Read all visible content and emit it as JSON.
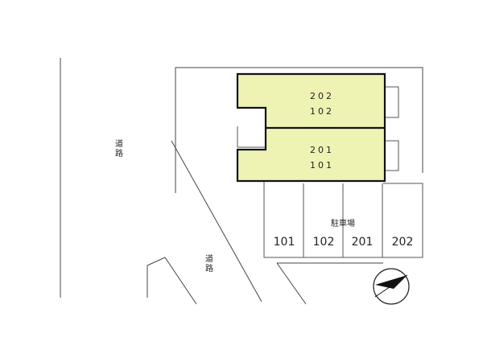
{
  "colors": {
    "building_fill": "#eef3b4",
    "line": "#444444",
    "outline": "#111111"
  },
  "building": {
    "upper_wing_units": [
      "202",
      "102"
    ],
    "lower_wing_units": [
      "201",
      "101"
    ]
  },
  "roads": {
    "left_label": "道路",
    "bottom_label": "道路"
  },
  "parking": {
    "label": "駐車場",
    "spaces": [
      "101",
      "102",
      "201",
      "202"
    ]
  },
  "compass": {
    "icon": "north-arrow-icon"
  }
}
